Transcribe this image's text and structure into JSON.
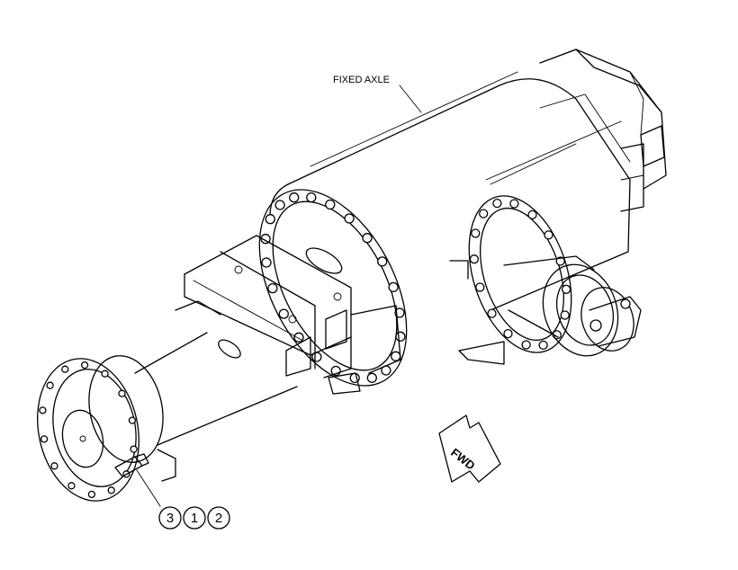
{
  "labels": {
    "axle": "FIXED AXLE",
    "direction": "FWD"
  },
  "callouts": [
    "3",
    "1",
    "2"
  ]
}
